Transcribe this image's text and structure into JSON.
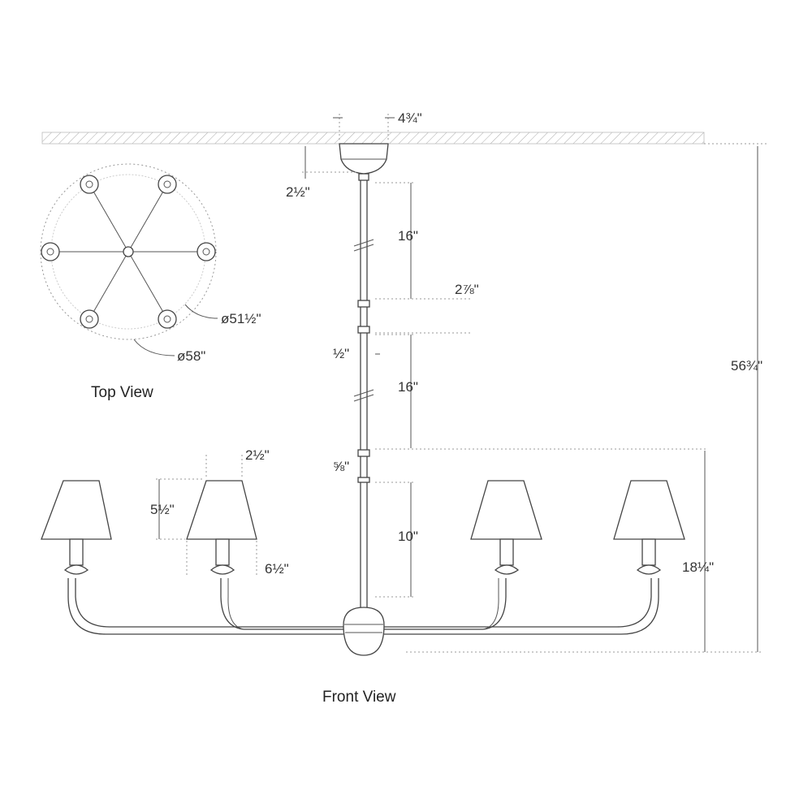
{
  "views": {
    "top_view_label": "Top View",
    "front_view_label": "Front View"
  },
  "dimensions": {
    "canopy_width": "4¾\"",
    "canopy_height": "2½\"",
    "stem_segment_1": "16\"",
    "collar_1": "2⅞\"",
    "connector_1": "½\"",
    "stem_segment_2": "16\"",
    "connector_2": "⅝\"",
    "stem_segment_3": "10\"",
    "shade_top": "2½\"",
    "shade_height": "5½\"",
    "shade_bottom": "6½\"",
    "body_height": "18¼\"",
    "overall_height": "56¾\"",
    "inner_diameter": "ø51½\"",
    "outer_diameter": "ø58\""
  },
  "colors": {
    "line": "#444444",
    "background": "#ffffff"
  }
}
